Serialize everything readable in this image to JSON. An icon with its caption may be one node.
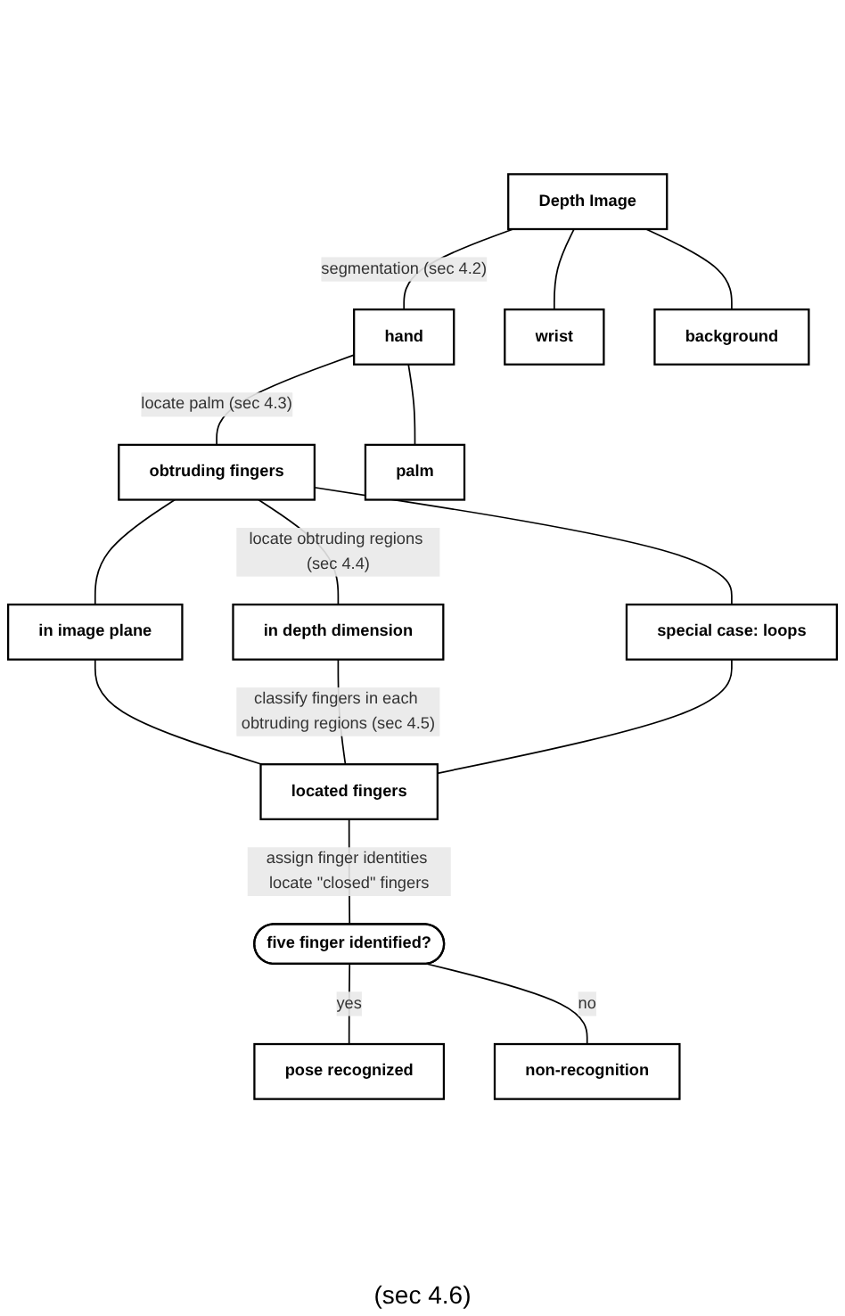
{
  "diagram": {
    "nodes": [
      {
        "text": [
          "Depth Image"
        ]
      },
      {
        "text": [
          "hand"
        ]
      },
      {
        "text": [
          "wrist"
        ]
      },
      {
        "text": [
          "background"
        ]
      },
      {
        "text": [
          "obtruding fingers"
        ]
      },
      {
        "text": [
          "palm"
        ]
      },
      {
        "text": [
          "in image plane"
        ]
      },
      {
        "text": [
          "in depth dimension"
        ]
      },
      {
        "text": [
          "special case: loops"
        ]
      },
      {
        "text": [
          "located fingers"
        ]
      },
      {
        "text": [
          "five finger identified?"
        ]
      },
      {
        "text": [
          "pose recognized"
        ]
      },
      {
        "text": [
          "non-recognition"
        ]
      }
    ],
    "edges": [
      {
        "from": 0,
        "to": 1,
        "arrow": "none",
        "label": "segmentation (sec 4.2)"
      },
      {
        "from": 0,
        "to": 2,
        "arrow": "none"
      },
      {
        "from": 0,
        "to": 3,
        "arrow": "none"
      },
      {
        "from": 1,
        "to": 4,
        "arrow": "none",
        "label": "locate palm (sec 4.3)"
      },
      {
        "from": 1,
        "to": 5,
        "arrow": "none"
      },
      {
        "from": 4,
        "to": 6,
        "arrow": "none"
      },
      {
        "from": 4,
        "to": 7,
        "arrow": "none",
        "label": "locate obtruding regions (sec 4.4)"
      },
      {
        "from": 4,
        "to": 8,
        "arrow": "none"
      },
      {
        "from": 6,
        "to": 9,
        "arrow": "none"
      },
      {
        "from": 7,
        "to": 9,
        "arrow": "none",
        "label": "classify fingers in each obtruding regions (sec 4.5)"
      },
      {
        "from": 8,
        "to": 9,
        "arrow": "none"
      },
      {
        "from": 9,
        "to": 10,
        "arrow": "none",
        "label": "assign finger identities locate \"closed\" fingers"
      },
      {
        "from": 10,
        "to": 11,
        "arrow": "none",
        "label": "yes"
      },
      {
        "from": 10,
        "to": 12,
        "arrow": "none",
        "label": "no"
      }
    ],
    "labels": [
      "(sec 4.6)"
    ]
  }
}
